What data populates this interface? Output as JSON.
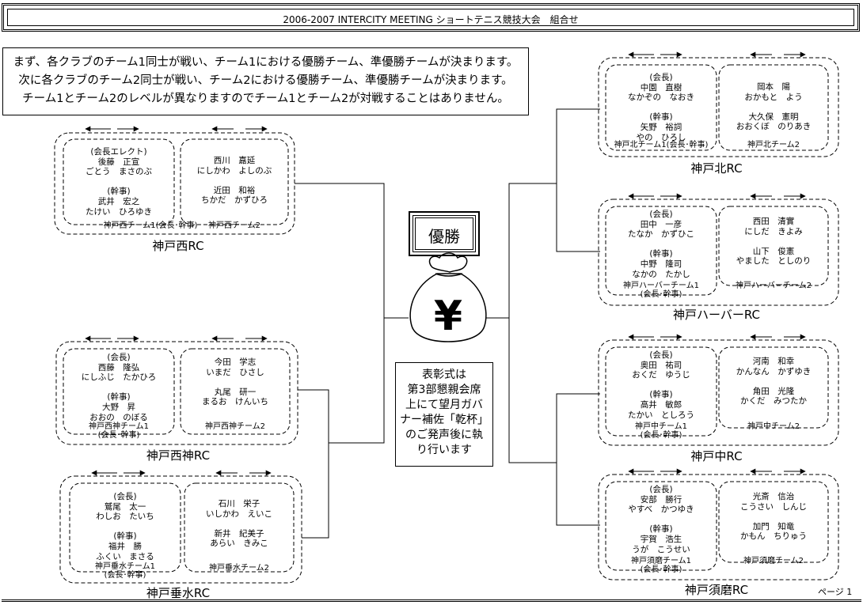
{
  "header": {
    "title": "2006-2007 INTERCITY MEETING ショートテニス競技大会　組合せ"
  },
  "notice": {
    "lines": [
      "まず、各クラブのチーム1同士が戦い、チーム1における優勝チーム、準優勝チームが決まります。",
      "次に各クラブのチーム2同士が戦い、チーム2における優勝チーム、準優勝チームが決まります。",
      "チーム1とチーム2のレベルが異なりますのでチーム1とチーム2が対戦することはありません。"
    ]
  },
  "center": {
    "winner_label": "優勝",
    "yen_symbol": "¥",
    "award_lines": [
      "表彰式は",
      "第3部懇親会席",
      "上にて望月ガバ",
      "ナー補佐「乾杯」",
      "のご発声後に執",
      "り行います"
    ]
  },
  "clubs": {
    "nishi": {
      "name": "神戸西RC",
      "team1": {
        "lines": [
          "(会長エレクト)",
          "後藤　正宣",
          "ごとう　まさのぶ",
          "",
          "(幹事)",
          "武井　宏之",
          "たけい　ひろゆき"
        ],
        "label": [
          "神戸西チーム1(会長･幹事)"
        ]
      },
      "team2": {
        "lines": [
          "西川　嘉延",
          "にしかわ　よしのぶ",
          "",
          "近田　和裕",
          "ちかだ　かずひろ"
        ],
        "label": [
          "神戸西チーム2"
        ]
      }
    },
    "nishikobe": {
      "name": "神戸西神RC",
      "team1": {
        "lines": [
          "(会長)",
          "西藤　隆弘",
          "にしふじ　たかひろ",
          "",
          "(幹事)",
          "大野　昇",
          "おおの　のぼる"
        ],
        "label": [
          "神戸西神チーム1",
          "(会長･幹事)"
        ]
      },
      "team2": {
        "lines": [
          "今田　学志",
          "いまだ　ひさし",
          "",
          "丸尾　研一",
          "まるお　けんいち"
        ],
        "label": [
          "神戸西神チーム2"
        ]
      }
    },
    "tarumi": {
      "name": "神戸垂水RC",
      "team1": {
        "lines": [
          "(会長)",
          "鷲尾　太一",
          "わしお　たいち",
          "",
          "(幹事)",
          "福井　勝",
          "ふくい　まさる"
        ],
        "label": [
          "神戸垂水チーム1",
          "(会長･幹事)"
        ]
      },
      "team2": {
        "lines": [
          "石川　栄子",
          "いしかわ　えいこ",
          "",
          "新井　紀美子",
          "あらい　きみこ"
        ],
        "label": [
          "神戸垂水チーム2"
        ]
      }
    },
    "kita": {
      "name": "神戸北RC",
      "team1": {
        "lines": [
          "(会長)",
          "中園　直樹",
          "なかぞの　なおき",
          "",
          "(幹事)",
          "矢野　裕詞",
          "やの　ひろし"
        ],
        "label": [
          "神戸北チーム1(会長･幹事)"
        ]
      },
      "team2": {
        "lines": [
          "岡本　陽",
          "おかもと　よう",
          "",
          "大久保　憲明",
          "おおくぼ　のりあき"
        ],
        "label": [
          "神戸北チーム2"
        ]
      }
    },
    "harbor": {
      "name": "神戸ハーバーRC",
      "team1": {
        "lines": [
          "(会長)",
          "田中　一彦",
          "たなか　かずひこ",
          "",
          "(幹事)",
          "中野　隆司",
          "なかの　たかし"
        ],
        "label": [
          "神戸ハーバーチーム1",
          "(会長･幹事)"
        ]
      },
      "team2": {
        "lines": [
          "西田　清實",
          "にしだ　きよみ",
          "",
          "山下　俊憲",
          "やました　としのり"
        ],
        "label": [
          "神戸ハーバーチーム2"
        ]
      }
    },
    "naka": {
      "name": "神戸中RC",
      "team1": {
        "lines": [
          "(会長)",
          "奥田　祐司",
          "おくだ　ゆうじ",
          "",
          "(幹事)",
          "高井　敏郎",
          "たかい　としろう"
        ],
        "label": [
          "神戸中チーム1",
          "(会長･幹事)"
        ]
      },
      "team2": {
        "lines": [
          "河南　和幸",
          "かんなん　かずゆき",
          "",
          "角田　光隆",
          "かくだ　みつたか"
        ],
        "label": [
          "神戸中チーム2"
        ]
      }
    },
    "suma": {
      "name": "神戸須磨RC",
      "team1": {
        "lines": [
          "(会長)",
          "安部　勝行",
          "やすべ　かつゆき",
          "",
          "(幹事)",
          "宇賀　浩生",
          "うが　こうせい"
        ],
        "label": [
          "神戸須磨チーム1",
          "(会長･幹事)"
        ]
      },
      "team2": {
        "lines": [
          "光斎　信治",
          "こうさい　しんじ",
          "",
          "加門　知竜",
          "かもん　ちりゅう"
        ],
        "label": [
          "神戸須磨チーム2"
        ]
      }
    }
  },
  "footer": {
    "page_label": "ページ 1"
  }
}
